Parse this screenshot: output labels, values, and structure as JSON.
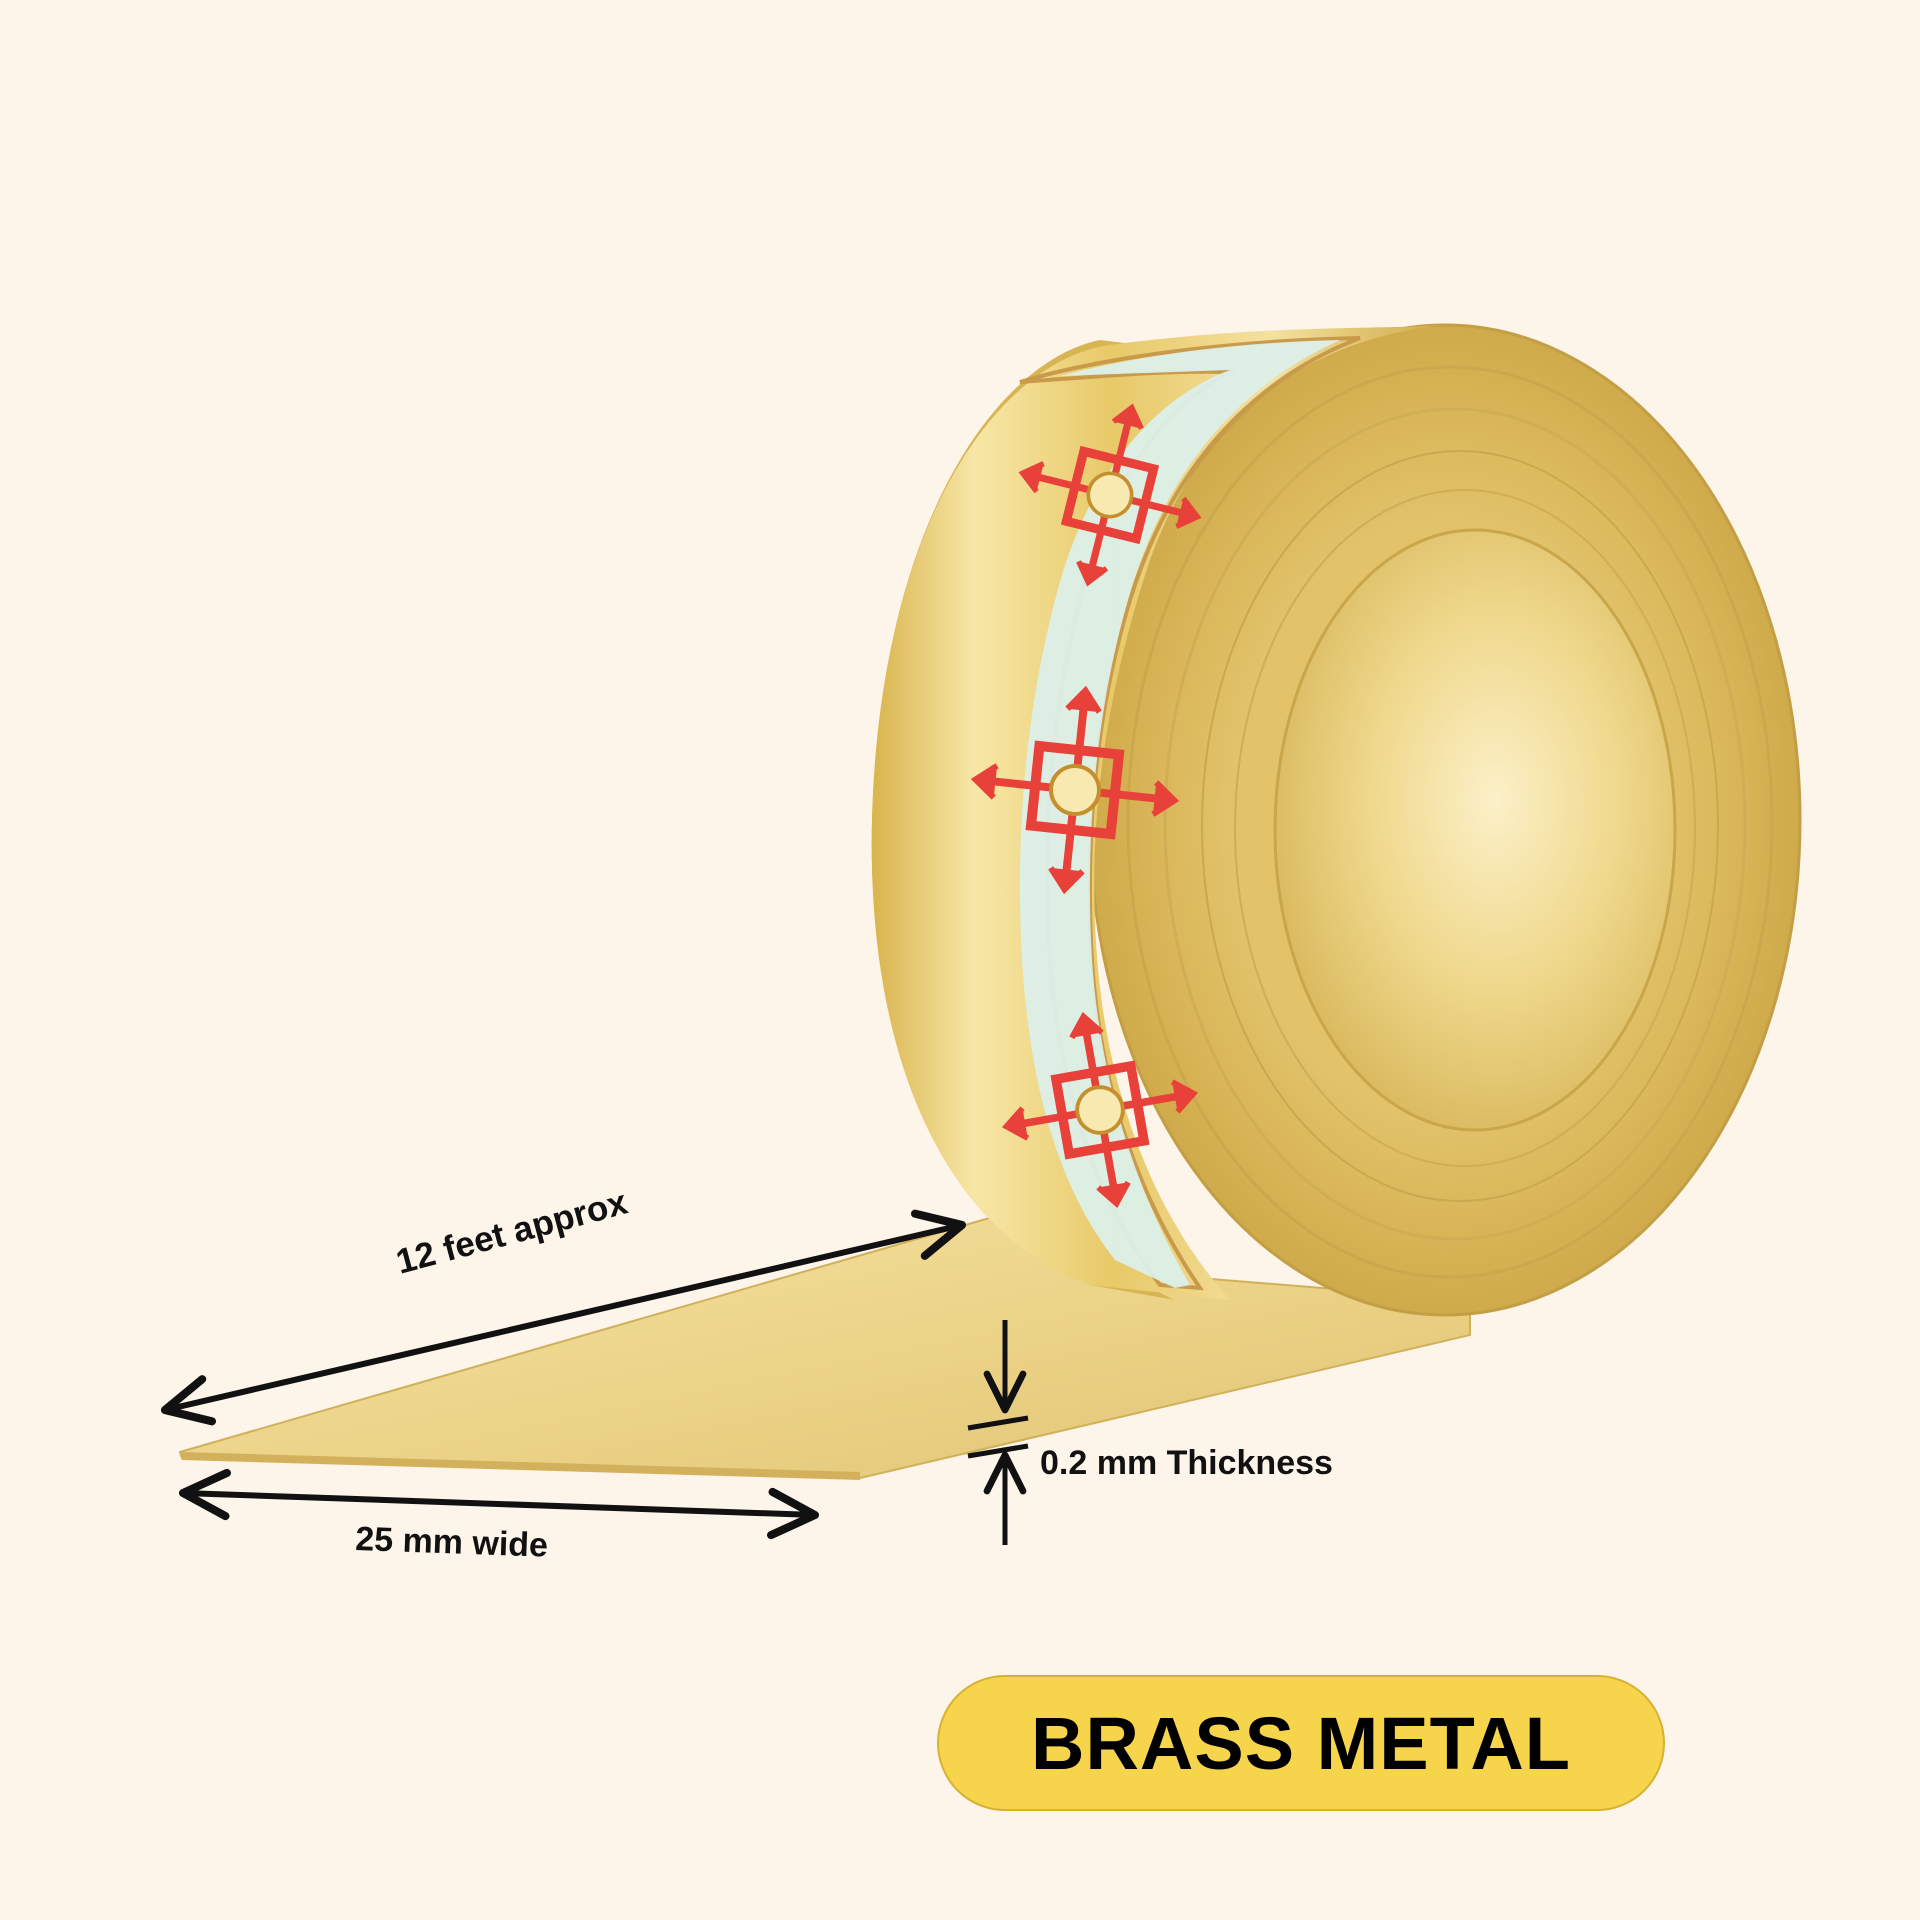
{
  "product": {
    "material": "BRASS METAL",
    "length_label": "12 feet approx",
    "width_label": "25 mm wide",
    "thickness_label": "0.2 mm Thickness"
  },
  "colors": {
    "background": "#fdf4ea",
    "brass": "#e8c968",
    "badge": "#f6d54c",
    "label_band": "#dcefe9",
    "logo_red": "#e8413a"
  },
  "icons": {
    "brand_logo": "arrows-emblem-logo"
  }
}
